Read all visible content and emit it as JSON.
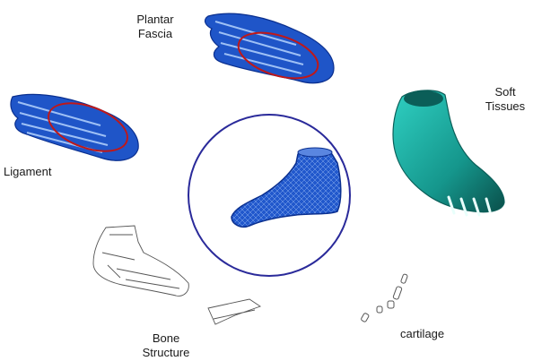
{
  "labels": {
    "plantar_fascia": "Plantar\nFascia",
    "soft_tissues": "Soft\nTissues",
    "ligament": "Ligament",
    "bone_structure": "Bone\nStructure",
    "cartilage": "cartilage"
  },
  "colors": {
    "circle": "#2a2a9a",
    "highlight_ellipse": "#c01818",
    "mesh_blue": "#1f55c8",
    "mesh_dark": "#0a2f8f",
    "tissue_teal": "#1fb5a8",
    "tissue_dark": "#0b5e58",
    "bone_line": "#555555"
  }
}
